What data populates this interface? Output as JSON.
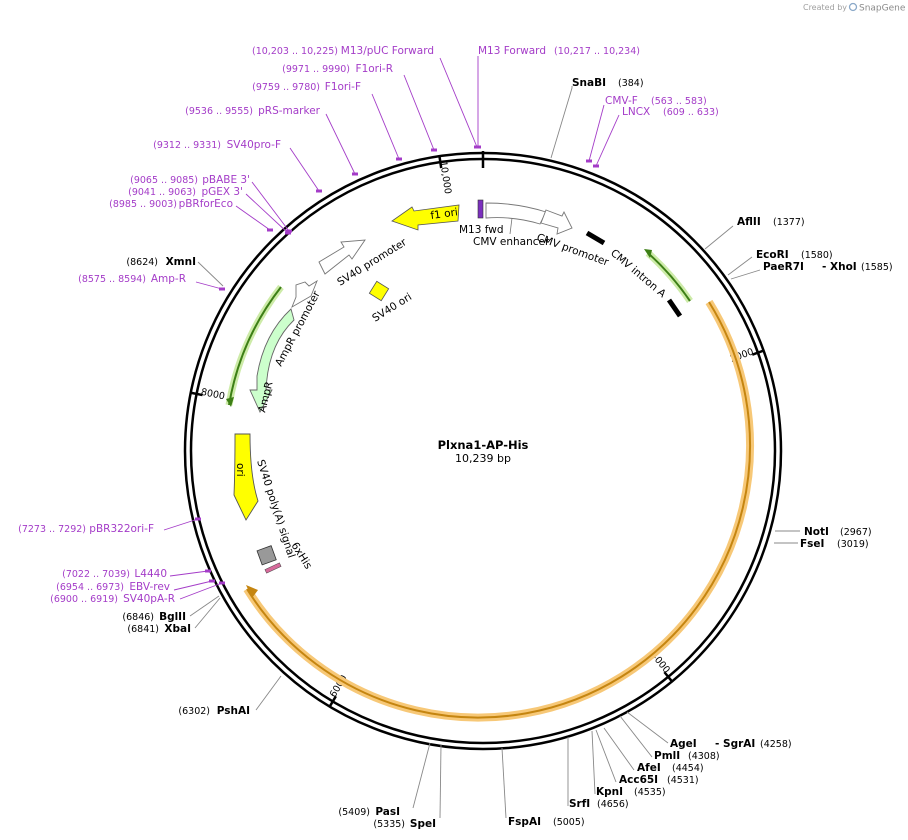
{
  "credit": {
    "prefix": "Created by",
    "brand": "SnapGene"
  },
  "plasmid": {
    "name": "Plxna1-AP-His",
    "length": "10,239 bp",
    "total_bp": 10239
  },
  "ticks": [
    {
      "bp": 2000,
      "label": "2000"
    },
    {
      "bp": 4000,
      "label": "4000"
    },
    {
      "bp": 6000,
      "label": "6000"
    },
    {
      "bp": 8000,
      "label": "8000"
    },
    {
      "bp": 10000,
      "label": "10,000"
    }
  ],
  "enzymes": [
    {
      "name": "SnaBI",
      "pos": "(384)"
    },
    {
      "name": "AflII",
      "pos": "(1377)"
    },
    {
      "name": "EcoRI",
      "pos": "(1580)"
    },
    {
      "name": "PaeR7I",
      "name2": "XhoI",
      "pos": "(1585)"
    },
    {
      "name": "NotI",
      "pos": "(2967)"
    },
    {
      "name": "FseI",
      "pos": "(3019)"
    },
    {
      "name": "AgeI",
      "name2": "SgrAI",
      "pos": "(4258)"
    },
    {
      "name": "PmlI",
      "pos": "(4308)"
    },
    {
      "name": "AfeI",
      "pos": "(4454)"
    },
    {
      "name": "Acc65I",
      "pos": "(4531)"
    },
    {
      "name": "KpnI",
      "pos": "(4535)"
    },
    {
      "name": "SrfI",
      "pos": "(4656)"
    },
    {
      "name": "FspAI",
      "pos": "(5005)"
    },
    {
      "name": "SpeI",
      "pos": "(5335)"
    },
    {
      "name": "PasI",
      "pos": "(5409)"
    },
    {
      "name": "PshAI",
      "pos": "(6302)"
    },
    {
      "name": "XbaI",
      "pos": "(6841)"
    },
    {
      "name": "BglII",
      "pos": "(6846)"
    },
    {
      "name": "XmnI",
      "pos": "(8624)"
    }
  ],
  "primers": [
    {
      "name": "M13/pUC Forward",
      "pos": "(10,203 .. 10,225)"
    },
    {
      "name": "M13 Forward",
      "pos": "(10,217 .. 10,234)"
    },
    {
      "name": "F1ori-R",
      "pos": "(9971 .. 9990)"
    },
    {
      "name": "F1ori-F",
      "pos": "(9759 .. 9780)"
    },
    {
      "name": "pRS-marker",
      "pos": "(9536 .. 9555)"
    },
    {
      "name": "SV40pro-F",
      "pos": "(9312 .. 9331)"
    },
    {
      "name": "pBABE 3'",
      "pos": "(9065 .. 9085)"
    },
    {
      "name": "pGEX 3'",
      "pos": "(9041 .. 9063)"
    },
    {
      "name": "pBRforEco",
      "pos": "(8985 .. 9003)"
    },
    {
      "name": "Amp-R",
      "pos": "(8575 .. 8594)"
    },
    {
      "name": "CMV-F",
      "pos": "(563 .. 583)"
    },
    {
      "name": "LNCX",
      "pos": "(609 .. 633)"
    },
    {
      "name": "pBR322ori-F",
      "pos": "(7273 .. 7292)"
    },
    {
      "name": "L4440",
      "pos": "(7022 .. 7039)"
    },
    {
      "name": "EBV-rev",
      "pos": "(6954 .. 6973)"
    },
    {
      "name": "SV40pA-R",
      "pos": "(6900 .. 6919)"
    }
  ],
  "features": [
    {
      "name": "f1 ori",
      "color": "#ffff00"
    },
    {
      "name": "M13 fwd",
      "color": "#7b2fbe"
    },
    {
      "name": "CMV enhancer",
      "color": "#ffffff"
    },
    {
      "name": "CMV promoter",
      "color": "#ffffff"
    },
    {
      "name": "CMV intron A",
      "color": "#000000"
    },
    {
      "name": "SV40 promoter",
      "color": "#ffffff"
    },
    {
      "name": "SV40 ori",
      "color": "#ffff00"
    },
    {
      "name": "AmpR promoter",
      "color": "#ffffff"
    },
    {
      "name": "AmpR",
      "color": "#ccffcc"
    },
    {
      "name": "ori",
      "color": "#ffff00"
    },
    {
      "name": "SV40 poly(A) signal",
      "color": "#999999"
    },
    {
      "name": "6xHis",
      "color": "#d66a9b"
    }
  ],
  "colors": {
    "backbone": "#000000",
    "enzyme_line": "#888888",
    "primer": "#a43cc8",
    "insert_orf": "#f5a623",
    "amp_selection": "#5aa02c",
    "cmv_intron_highlight": "#7ac943"
  }
}
